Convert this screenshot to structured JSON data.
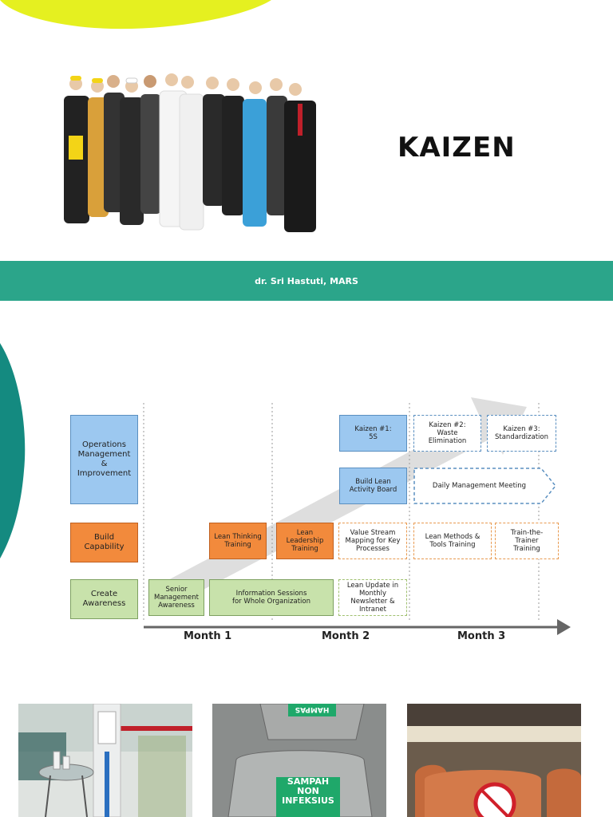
{
  "slide1": {
    "title": "KAIZEN",
    "author": "dr. Sri Hastuti, MARS",
    "image": "group-of-professional-workers"
  },
  "roadmap": {
    "categories": [
      {
        "label": "Operations\nManagement\n&\nImprovement",
        "color": "#9cc8f0"
      },
      {
        "label": "Build\nCapability",
        "color": "#f28a3c"
      },
      {
        "label": "Create\nAwareness",
        "color": "#c8e2ab"
      }
    ],
    "activities": {
      "kaizen1": "Kaizen #1:\n5S",
      "kaizen2": "Kaizen #2:\nWaste\nElimination",
      "kaizen3": "Kaizen #3:\nStandardization",
      "lean_board": "Build Lean\nActivity Board",
      "daily_meeting": "Daily Management Meeting",
      "lean_thinking": "Lean Thinking\nTraining",
      "lean_leadership": "Lean\nLeadership\nTraining",
      "value_stream": "Value Stream\nMapping for Key\nProcesses",
      "lean_methods": "Lean Methods &\nTools Training",
      "train_trainer": "Train-the-\nTrainer\nTraining",
      "senior_mgmt": "Senior\nManagement\nAwareness",
      "info_sessions": "Information Sessions\nfor Whole Organization",
      "lean_update": "Lean Update in\nMonthly\nNewsletter &\nIntranet"
    },
    "months": [
      "Month 1",
      "Month 2",
      "Month 3"
    ]
  },
  "photos": {
    "photo1": "hand-sanitizer-station",
    "photo2_sign": "SAMPAH\nNON INFEKSIUS",
    "photo2_top": "HAMPAS",
    "photo3": "no-sitting-sign-on-chair"
  },
  "colors": {
    "teal": "#2ba58a",
    "yellow": "#e5f020",
    "dark_teal": "#148a80"
  }
}
